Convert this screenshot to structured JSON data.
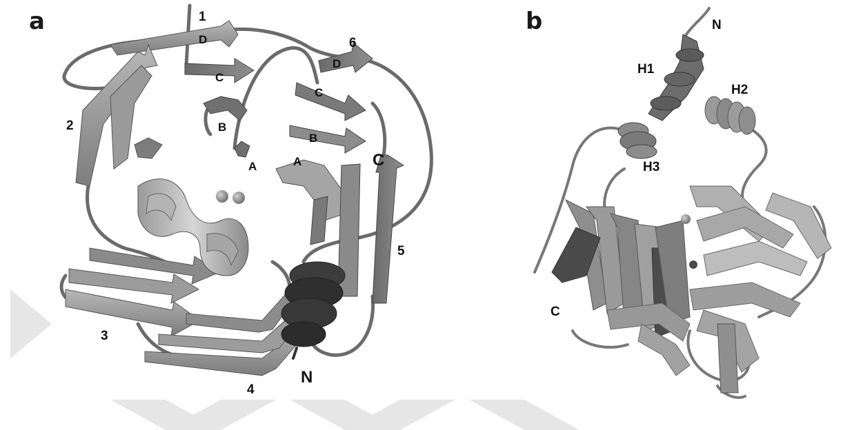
{
  "colors": {
    "background": "#ffffff",
    "strand_light": "#a8a8a8",
    "strand_mid": "#8c8c8c",
    "strand_dark": "#5e5e5e",
    "helix_light": "#c0c0c0",
    "helix_dark": "#3a3a3a",
    "coil": "#6b6b6b",
    "metal_ion": "#9a9a9a",
    "watermark": "#d9d9d9"
  },
  "panel_a": {
    "letter": "a",
    "blade_labels": [
      "1",
      "2",
      "3",
      "4",
      "5",
      "6"
    ],
    "strand_labels": {
      "blade1_D": "D",
      "blade1_C": "C",
      "blade1_B": "B",
      "blade1_A": "A",
      "blade6_D": "D",
      "blade6_C": "C",
      "blade6_B": "B",
      "blade6_A": "A"
    },
    "terminus_n": "N",
    "terminus_c": "C"
  },
  "panel_b": {
    "letter": "b",
    "terminus_n": "N",
    "terminus_c": "C",
    "helix_labels": [
      "H1",
      "H2",
      "H3"
    ]
  }
}
